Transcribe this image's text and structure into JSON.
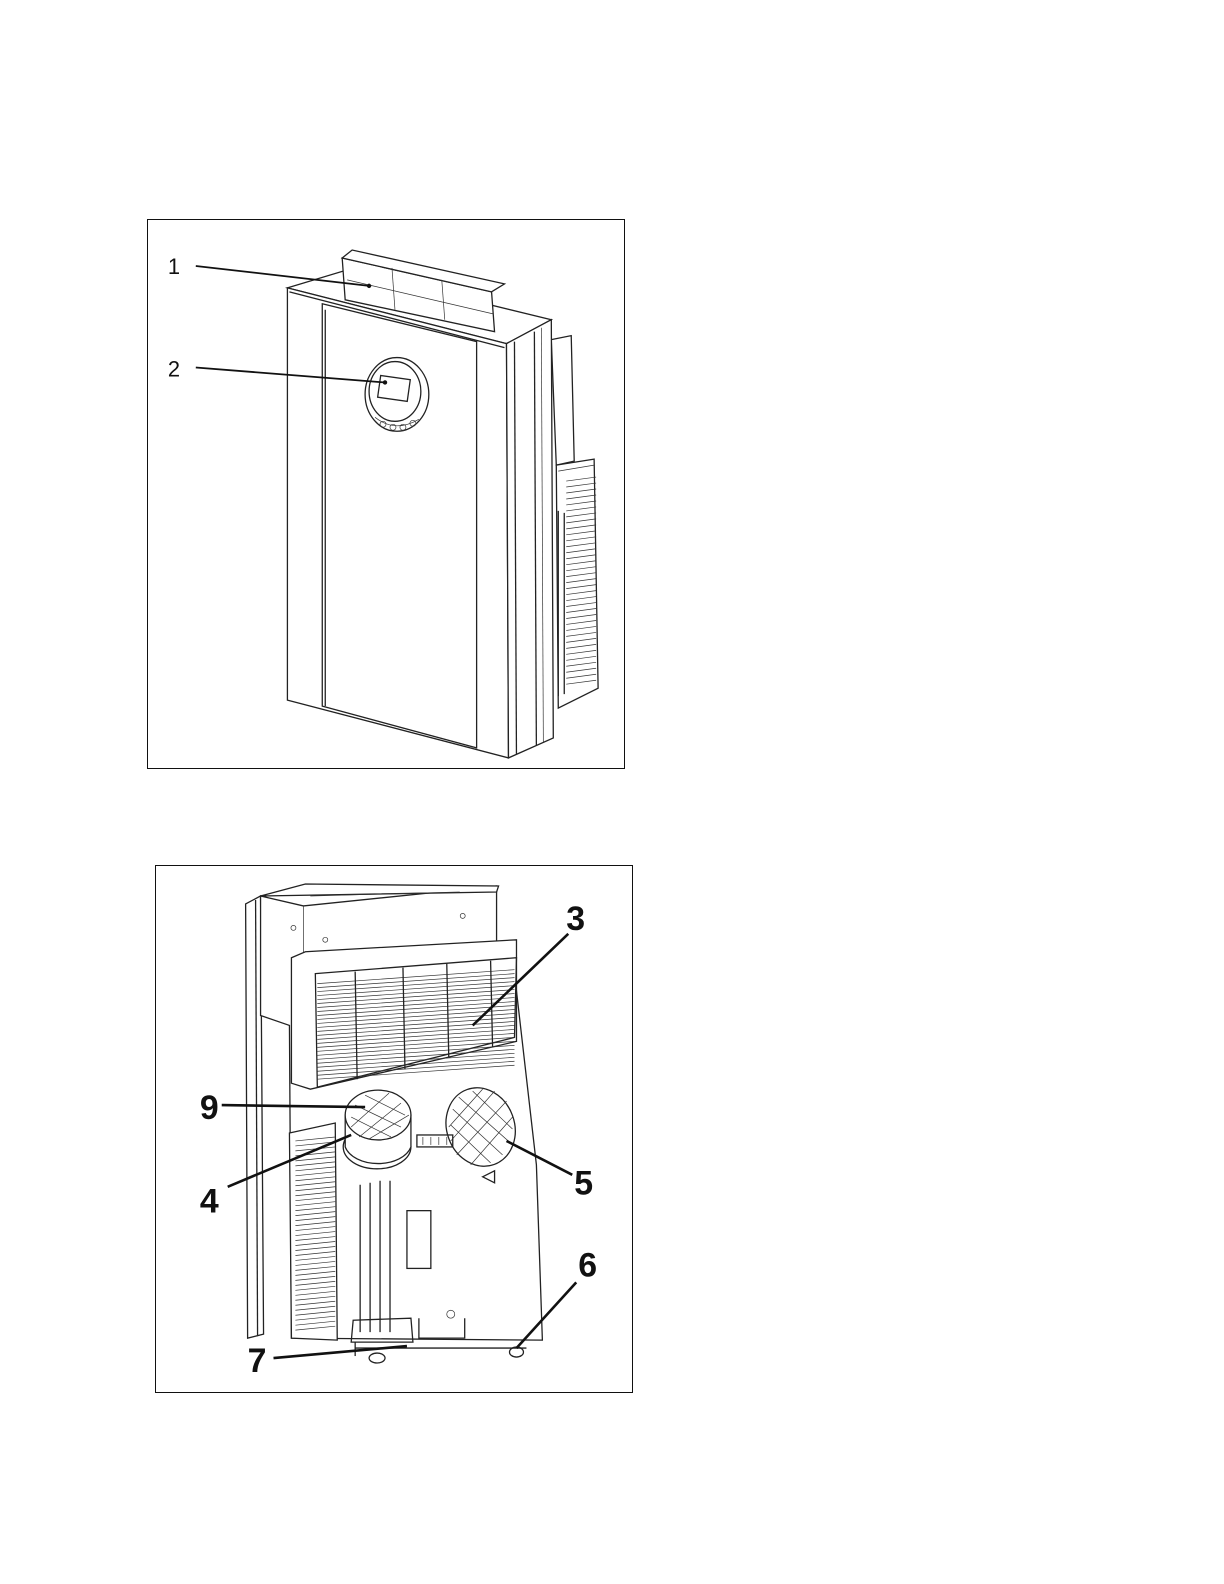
{
  "figures": [
    {
      "id": "front-view",
      "callouts": [
        {
          "label": "1",
          "part": "air-outlet-louver"
        },
        {
          "label": "2",
          "part": "control-panel"
        }
      ]
    },
    {
      "id": "rear-view",
      "callouts": [
        {
          "label": "3",
          "part": "upper-air-filter-grille"
        },
        {
          "label": "9",
          "part": "exhaust-cap-grid"
        },
        {
          "label": "4",
          "part": "exhaust-air-outlet"
        },
        {
          "label": "5",
          "part": "condenser-air-inlet"
        },
        {
          "label": "6",
          "part": "caster-wheel"
        },
        {
          "label": "7",
          "part": "drain-outlet"
        }
      ]
    }
  ],
  "colors": {
    "line": "#222222",
    "background": "#ffffff",
    "border": "#111111"
  }
}
